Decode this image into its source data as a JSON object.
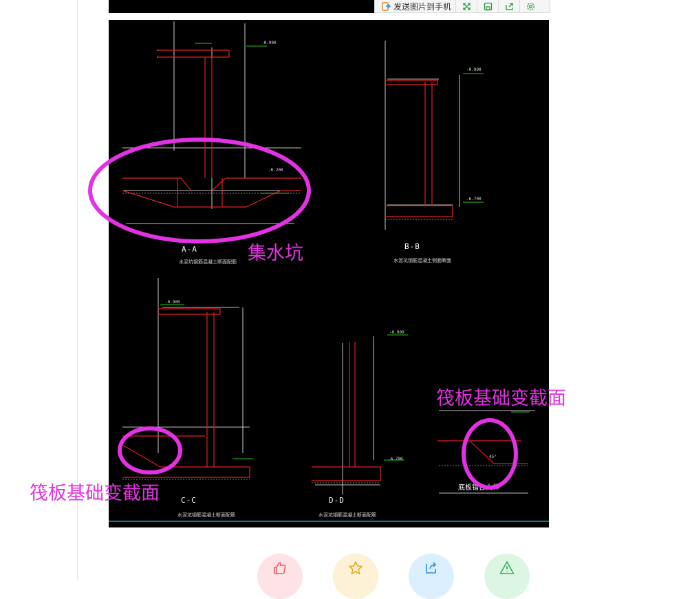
{
  "toolbar": {
    "send_to_phone_label": "发送图片到手机",
    "buttons": [
      "expand-icon",
      "save-icon",
      "share-icon",
      "settings-icon"
    ]
  },
  "drawing": {
    "sections": [
      {
        "code": "A-A",
        "caption": "水泥坑钢筋混凝土断面配筋"
      },
      {
        "code": "B-B",
        "caption": "水泥坑钢筋混凝土侧面断面"
      },
      {
        "code": "C-C",
        "caption": "水泥坑钢筋混凝土断面配筋"
      },
      {
        "code": "D-D",
        "caption": "水泥坑钢筋混凝土断面配筋"
      }
    ],
    "detail_caption": "底板错台大样",
    "elevations": [
      "-0.900",
      "-6.200",
      "-6.700"
    ],
    "angle_label": "45°"
  },
  "annotations": {
    "sump_pit": "集水坑",
    "raft_change_right": "筏板基础变截面",
    "raft_change_left": "筏板基础变截面"
  },
  "actions": [
    {
      "name": "like-button",
      "icon": "thumbs-up-icon",
      "color": "#f35a67",
      "bg": "#fde3e6"
    },
    {
      "name": "favorite-button",
      "icon": "star-icon",
      "color": "#f0a720",
      "bg": "#fdf1d6"
    },
    {
      "name": "share-button",
      "icon": "share-icon",
      "color": "#2d8fe0",
      "bg": "#dcefff"
    },
    {
      "name": "report-button",
      "icon": "warning-icon",
      "color": "#2fae5a",
      "bg": "#dcf6e3"
    }
  ]
}
